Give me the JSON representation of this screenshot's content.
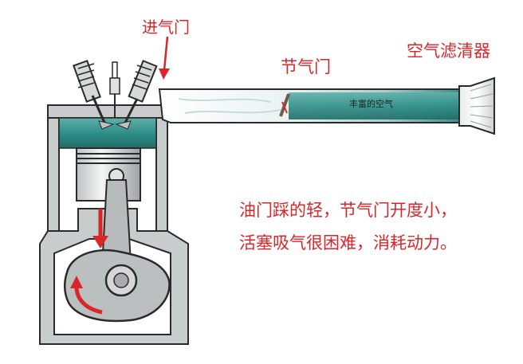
{
  "labels": {
    "intake_valve": "进气门",
    "throttle": "节气门",
    "air_filter": "空气滤清器",
    "rich_air": "丰富的空气"
  },
  "caption": {
    "line1": "油门踩的轻，节气门开度小，",
    "line2": "活塞吸气很困难，消耗动力。"
  },
  "colors": {
    "accent_red": "#d8262b",
    "intake_teal": "#2f8f89",
    "engine_gray": "#c9cccd",
    "outline": "#2a2a2a"
  }
}
